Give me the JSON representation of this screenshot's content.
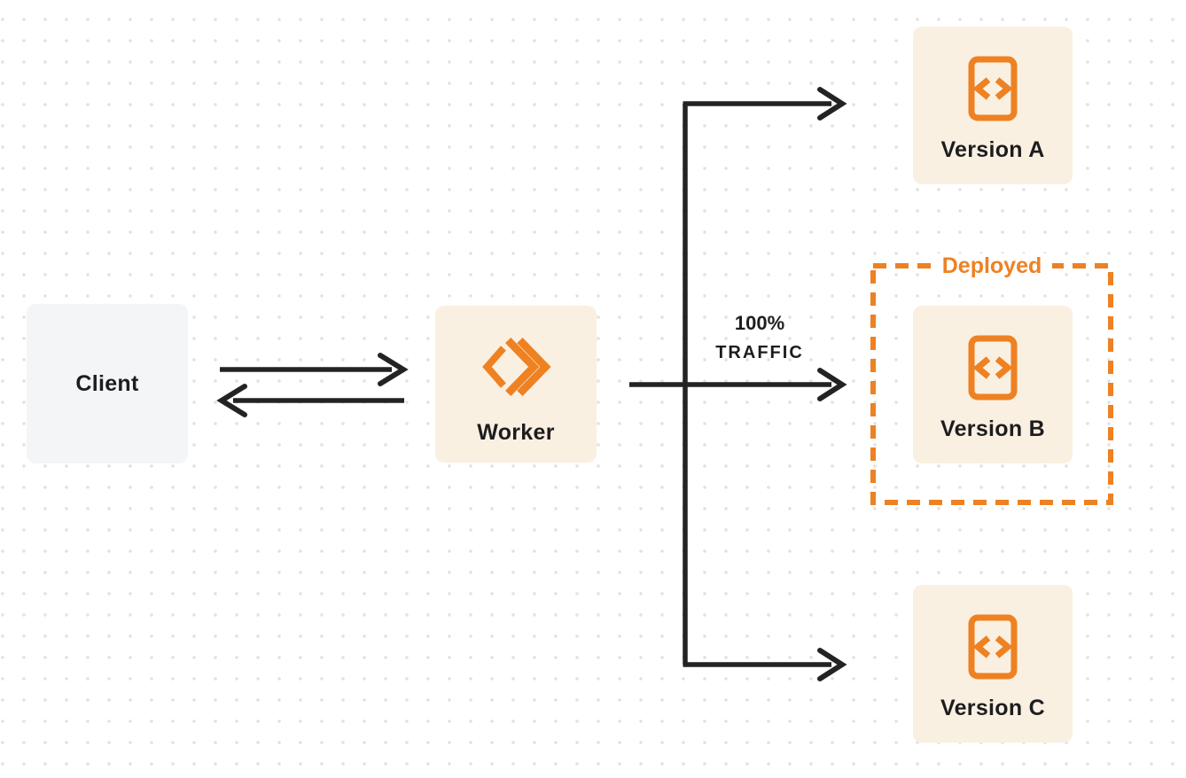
{
  "colors": {
    "accent_orange": "#EE8122",
    "node_cream_background": "#FAF0E1",
    "client_gray_background": "#F4F5F6",
    "arrow_line": "#232323",
    "text_dark": "#1D1D1F",
    "dot_grid": "#E3E1DF",
    "page_background": "#FFFFFF"
  },
  "nodes": {
    "client": {
      "label": "Client"
    },
    "worker": {
      "label": "Worker",
      "icon": "worker-double-chevron-icon"
    },
    "version_a": {
      "label": "Version A",
      "icon": "code-file-icon"
    },
    "version_b": {
      "label": "Version B",
      "icon": "code-file-icon"
    },
    "version_c": {
      "label": "Version C",
      "icon": "code-file-icon"
    }
  },
  "annotations": {
    "deployed_label": "Deployed",
    "traffic_label": {
      "line1": "100%",
      "line2": "TRAFFIC"
    }
  },
  "edges": [
    {
      "from": "client",
      "to": "worker",
      "style": "arrow-right"
    },
    {
      "from": "worker",
      "to": "client",
      "style": "arrow-left"
    },
    {
      "from": "worker",
      "to": "version_a",
      "style": "elbow-arrow"
    },
    {
      "from": "worker",
      "to": "version_b",
      "style": "straight-arrow",
      "label": "100% TRAFFIC"
    },
    {
      "from": "worker",
      "to": "version_c",
      "style": "elbow-arrow"
    }
  ]
}
